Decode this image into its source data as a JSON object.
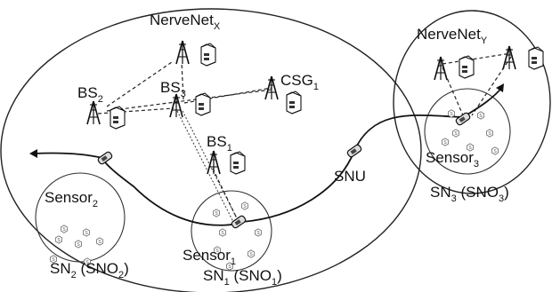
{
  "diagram": {
    "nervenet_x": {
      "base": "NerveNet",
      "sub": "X"
    },
    "nervenet_y": {
      "base": "NerveNet",
      "sub": "Y"
    },
    "bs2": {
      "base": "BS",
      "sub": "2"
    },
    "bs3": {
      "base": "BS",
      "sub": "3"
    },
    "bs1": {
      "base": "BS",
      "sub": "1"
    },
    "csg1": {
      "base": "CSG",
      "sub": "1"
    },
    "snu": "SNU",
    "sensor1": {
      "base": "Sensor",
      "sub": "1"
    },
    "sensor2": {
      "base": "Sensor",
      "sub": "2"
    },
    "sensor3": {
      "base": "Sensor",
      "sub": "3"
    },
    "sn1": {
      "a": "SN",
      "a_sub": "1",
      "b": " (SNO",
      "b_sub": "1",
      "c": ")"
    },
    "sn2": {
      "a": "SN",
      "a_sub": "2",
      "b": " (SNO",
      "b_sub": "2",
      "c": ")"
    },
    "sn3": {
      "a": "SN",
      "a_sub": "3",
      "b": " (SNO",
      "b_sub": "3",
      "c": ")"
    },
    "sensor_node_glyph": "S",
    "icons": [
      "tower-icon",
      "server-icon",
      "mobile-terminal-icon",
      "sensor-node-icon"
    ]
  }
}
